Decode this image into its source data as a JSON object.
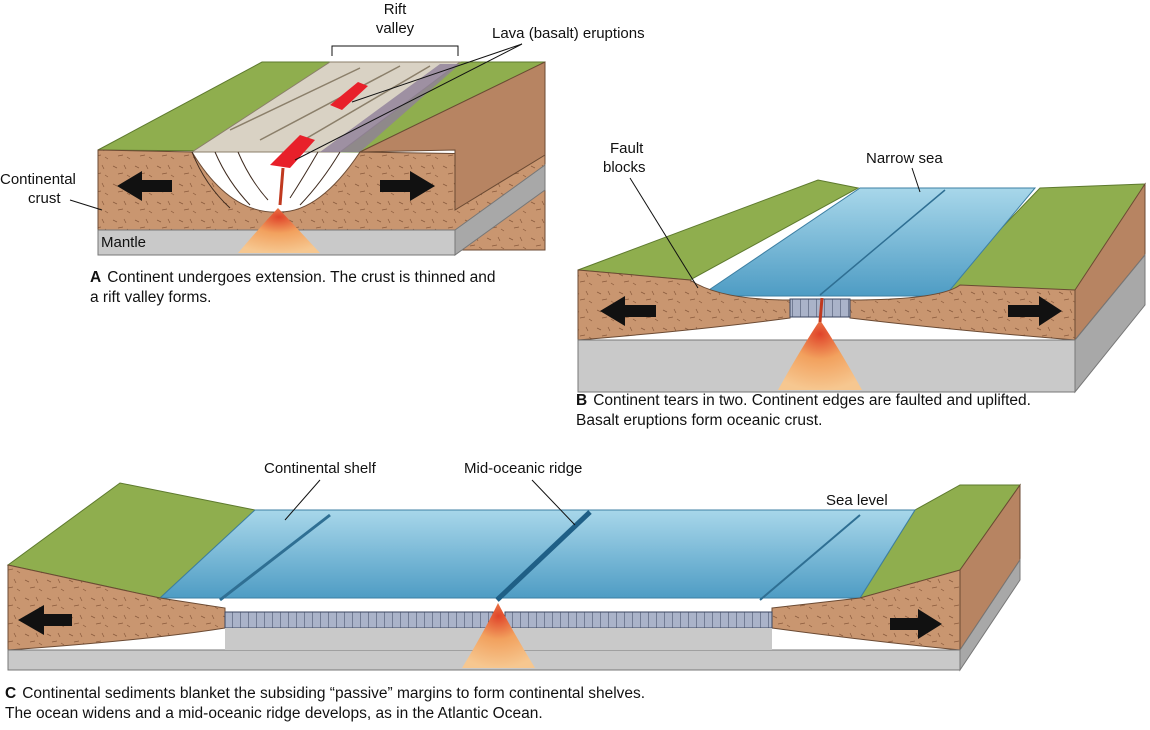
{
  "panel_a": {
    "labels": {
      "rift": "Rift",
      "valley": "valley",
      "lava": "Lava (basalt) eruptions",
      "crust_1": "Continental",
      "crust_2": "crust",
      "mantle": "Mantle"
    },
    "caption": {
      "letter": "A",
      "line1": "Continent undergoes extension. The crust is thinned and",
      "line2": "a rift valley forms."
    }
  },
  "panel_b": {
    "labels": {
      "fault_1": "Fault",
      "fault_2": "blocks",
      "narrow_sea": "Narrow sea"
    },
    "caption": {
      "letter": "B",
      "line1": "Continent tears in two. Continent edges are faulted and uplifted.",
      "line2": "Basalt eruptions form oceanic crust."
    }
  },
  "panel_c": {
    "labels": {
      "shelf": "Continental shelf",
      "ridge": "Mid-oceanic ridge",
      "sea_level": "Sea level"
    },
    "caption": {
      "letter": "C",
      "line1": "Continental sediments blanket the subsiding “passive” margins to form continental shelves.",
      "line2": "The ocean widens and a mid-oceanic ridge develops, as in the Atlantic Ocean."
    }
  },
  "colors": {
    "grass": "#8fae4e",
    "crust": "#c99670",
    "mantle": "#c9c9c9",
    "magma": "#f0a866",
    "water": "#6fb6d6",
    "lava": "#e8202a",
    "arrow": "#111111"
  }
}
